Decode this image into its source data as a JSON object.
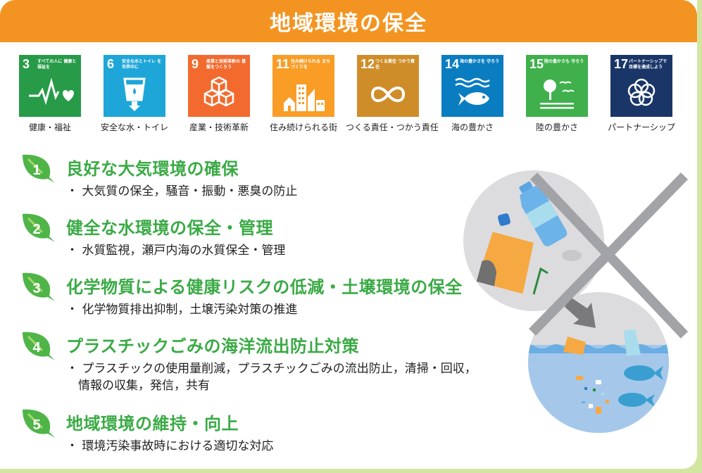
{
  "header": {
    "title": "地域環境の保全"
  },
  "sdgs": [
    {
      "number": "3",
      "subtitle": "すべての人に 健康と福祉を",
      "label": "健康・福祉",
      "color": "#279b48",
      "icon": "heartbeat-icon"
    },
    {
      "number": "6",
      "subtitle": "安全な水とトイレ を世界中に",
      "label": "安全な水・トイレ",
      "color": "#1ea6d9",
      "icon": "water-glass-icon"
    },
    {
      "number": "9",
      "subtitle": "産業と技術革新の 基盤をつくろう",
      "label": "産業・技術革新",
      "color": "#f26a2e",
      "icon": "cubes-icon"
    },
    {
      "number": "11",
      "subtitle": "住み続けられる まちづくりを",
      "label": "住み続けられる街",
      "color": "#f99d26",
      "icon": "buildings-icon"
    },
    {
      "number": "12",
      "subtitle": "つくる責任 つかう責任",
      "label": "つくる責任・つかう責任",
      "color": "#cf8d2a",
      "icon": "infinity-icon"
    },
    {
      "number": "14",
      "subtitle": "海の豊かさを 守ろう",
      "label": "海の豊かさ",
      "color": "#0a7dc1",
      "icon": "fish-waves-icon"
    },
    {
      "number": "15",
      "subtitle": "陸の豊かさも 守ろう",
      "label": "陸の豊かさ",
      "color": "#3fb04b",
      "icon": "tree-birds-icon"
    },
    {
      "number": "17",
      "subtitle": "パートナーシップで 目標を達成しよう",
      "label": "パートナーシップ",
      "color": "#1a3668",
      "icon": "flower-rings-icon"
    }
  ],
  "items": [
    {
      "number": "1",
      "title": "良好な大気環境の確保",
      "desc": [
        "・ 大気質の保全，騒音・振動・悪臭の防止"
      ]
    },
    {
      "number": "2",
      "title": "健全な水環境の保全・管理",
      "desc": [
        "・ 水質監視，瀬戸内海の水質保全・管理"
      ]
    },
    {
      "number": "3",
      "title": "化学物質による健康リスクの低減・土壌環境の保全",
      "desc": [
        "・ 化学物質排出抑制，土壌汚染対策の推進"
      ]
    },
    {
      "number": "4",
      "title": "プラスチックごみの海洋流出防止対策",
      "desc": [
        "・ プラスチックの使用量削減，プラスチックごみの流出防止，清掃・回収，",
        "　情報の収集，発信，共有"
      ]
    },
    {
      "number": "5",
      "title": "地域環境の維持・向上",
      "desc": [
        "・ 環境汚染事故時における適切な対応"
      ]
    }
  ],
  "colors": {
    "header_bg": "#f39422",
    "border_bg": "#d3e6a1",
    "title_green": "#3aaa45",
    "leaf_green": "#4fb548"
  }
}
